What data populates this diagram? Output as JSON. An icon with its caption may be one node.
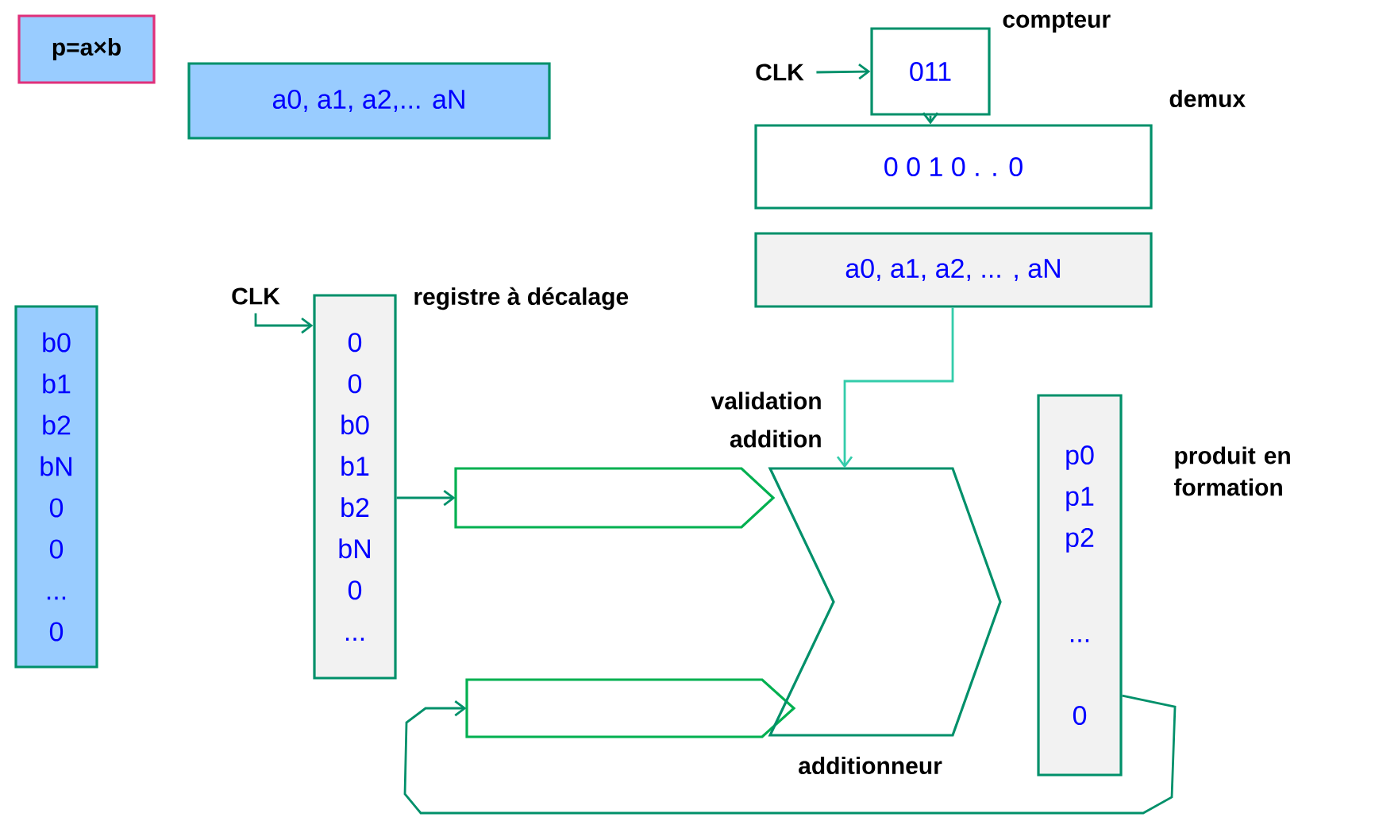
{
  "diagram": {
    "nodes": [
      {
        "text": [
          "p=a×b"
        ]
      },
      {
        "text": [
          "a0, a1, a2,... aN"
        ]
      },
      {
        "text": [
          "011"
        ],
        "beside": [
          "compteur"
        ]
      },
      {
        "text": [
          "0   0   1   0 . . 0"
        ],
        "beside": [
          "demux"
        ]
      },
      {
        "text": [
          "a0, a1, a2,  ... ,  aN"
        ]
      },
      {
        "text": [
          "b0",
          "b1",
          "b2",
          "bN",
          "0",
          "0",
          "...",
          "0"
        ]
      },
      {
        "text": [
          "0",
          "0",
          "b0",
          "b1",
          "b2",
          "bN",
          "0",
          "..."
        ],
        "beside": [
          "registre à décalage"
        ]
      },
      {
        "text": [],
        "shape": "pentagon"
      },
      {
        "text": [],
        "shape": "pentagon"
      },
      {
        "text": [],
        "shape": "chevron",
        "beside": [
          "additionneur"
        ]
      },
      {
        "text": [
          "p0",
          "p1",
          "p2",
          "...",
          "0"
        ],
        "beside": [
          "produit en formation"
        ]
      },
      {
        "text": [
          "CLK"
        ]
      },
      {
        "text": [
          "CLK"
        ]
      }
    ],
    "edges": [
      {
        "from": 11,
        "to": 2,
        "arrow": "to"
      },
      {
        "from": 2,
        "to": 3,
        "arrow": "to"
      },
      {
        "from": 4,
        "to": 9,
        "arrow": "to",
        "label": "validation addition",
        "color": "#33ccaa"
      },
      {
        "from": 12,
        "to": 6,
        "arrow": "to"
      },
      {
        "from": 6,
        "to": 7,
        "arrow": "to"
      },
      {
        "from": 10,
        "to": 8,
        "arrow": "to"
      }
    ]
  }
}
